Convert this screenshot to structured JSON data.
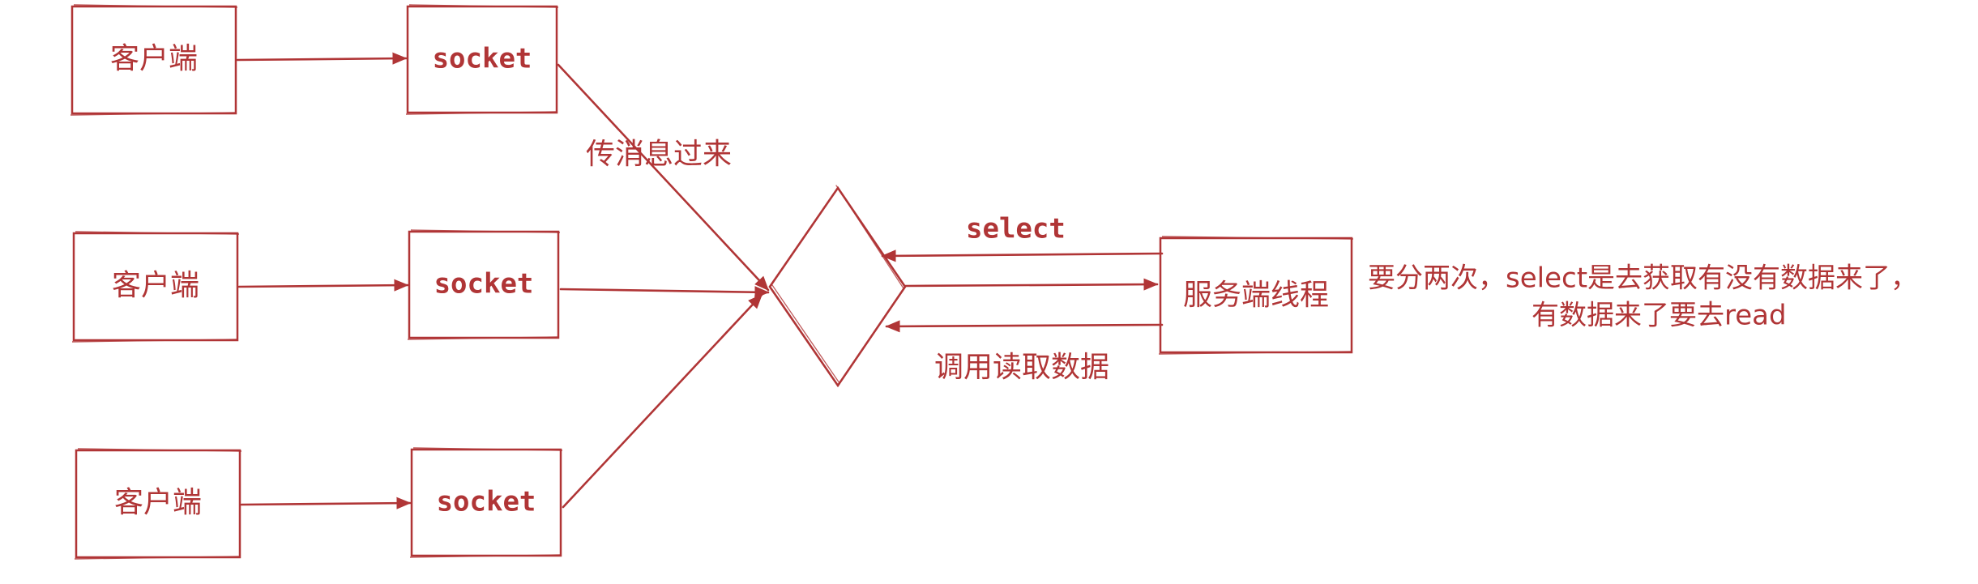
{
  "colors": {
    "stroke": "#b03536",
    "text": "#b03536",
    "background": "#ffffff"
  },
  "clients": [
    {
      "label": "客户端"
    },
    {
      "label": "客户端"
    },
    {
      "label": "客户端"
    }
  ],
  "sockets": [
    {
      "label": "socket"
    },
    {
      "label": "socket"
    },
    {
      "label": "socket"
    }
  ],
  "labels": {
    "send_message": "传消息过来",
    "select": "select",
    "read_data": "调用读取数据"
  },
  "server": {
    "label": "服务端线程"
  },
  "note": {
    "line1": "要分两次，select是去获取有没有数据来了，",
    "line2": "有数据来了要去read"
  }
}
